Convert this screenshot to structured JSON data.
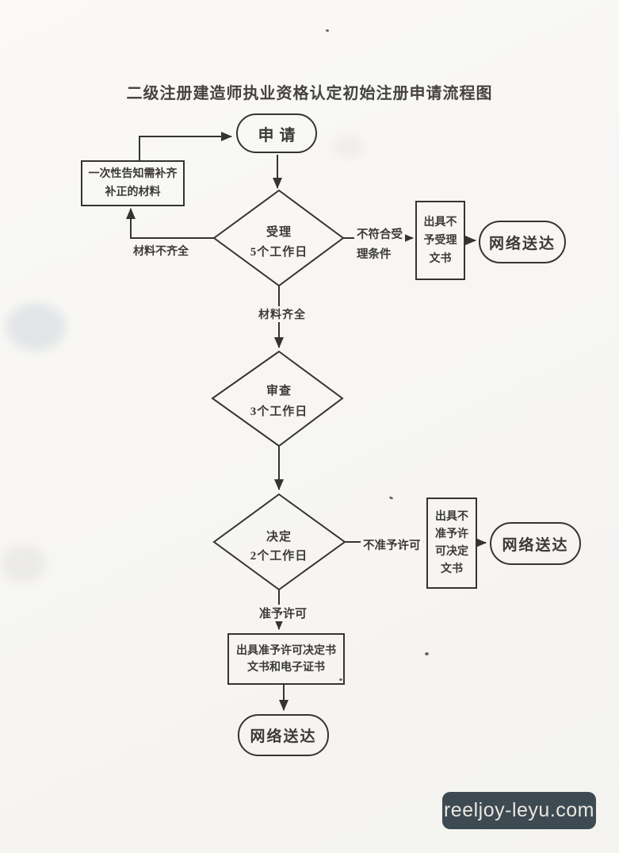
{
  "title": "二级注册建造师执业资格认定初始注册申请流程图",
  "flowchart": {
    "start": {
      "label": "申请"
    },
    "notify_box": {
      "lines": [
        "一次性告知需补齐",
        "补正的材料"
      ]
    },
    "accept_diamond": {
      "lines": [
        "受理",
        "5个工作日"
      ]
    },
    "review_diamond": {
      "lines": [
        "审查",
        "3个工作日"
      ]
    },
    "decision_diamond": {
      "lines": [
        "决定",
        "2个工作日"
      ]
    },
    "edge_incomplete": "材料不齐全",
    "edge_not_meet": {
      "lines": [
        "不符合受",
        "理条件"
      ]
    },
    "edge_complete": "材料齐全",
    "edge_deny": "不准予许可",
    "edge_grant": "准予许可",
    "reject_doc_box": {
      "lines": [
        "出具不",
        "予受理",
        "文书"
      ]
    },
    "deny_doc_box": {
      "lines": [
        "出具不",
        "准予许",
        "可决定",
        "文书"
      ]
    },
    "grant_doc_box": {
      "lines": [
        "出具准予许可决定书",
        "文书和电子证书"
      ]
    },
    "delivery1": "网络送达",
    "delivery2": "网络送达",
    "delivery3": "网络送达"
  },
  "colors": {
    "line": "#35342f",
    "paper": "#f7f6f3",
    "watermark_bg": "#3d4a52",
    "watermark_fg": "#eae7e0"
  },
  "watermark": "reeljoy-leyu.com"
}
